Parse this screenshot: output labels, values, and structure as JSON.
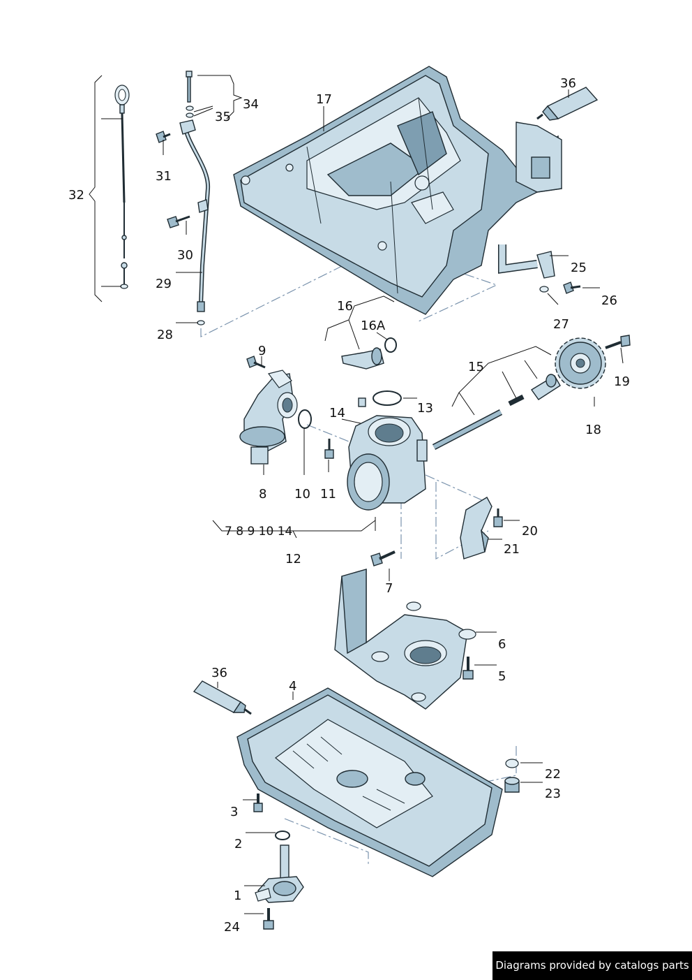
{
  "labels": {
    "l1": "1",
    "l2": "2",
    "l3": "3",
    "l4": "4",
    "l5": "5",
    "l6": "6",
    "l7": "7",
    "l8": "8",
    "l9": "9",
    "l10": "10",
    "l11": "11",
    "l12": "12",
    "l13": "13",
    "l14": "14",
    "l15": "15",
    "l16": "16",
    "l16a": "16A",
    "l17": "17",
    "l18": "18",
    "l19": "19",
    "l20": "20",
    "l21": "21",
    "l22": "22",
    "l23": "23",
    "l24": "24",
    "l25": "25",
    "l26": "26",
    "l27": "27",
    "l28": "28",
    "l29": "29",
    "l30": "30",
    "l31": "31",
    "l32": "32",
    "l34": "34",
    "l35": "35",
    "l36a": "36",
    "l36b": "36",
    "l12group": "7 8 9 10 14"
  },
  "footer": {
    "text": "Diagrams provided by catalogs parts"
  },
  "colors": {
    "part_fill": "#c7dbe6",
    "part_shade": "#9fbccc",
    "outline": "#1f2c33",
    "dash_line": "#7a93ad"
  }
}
